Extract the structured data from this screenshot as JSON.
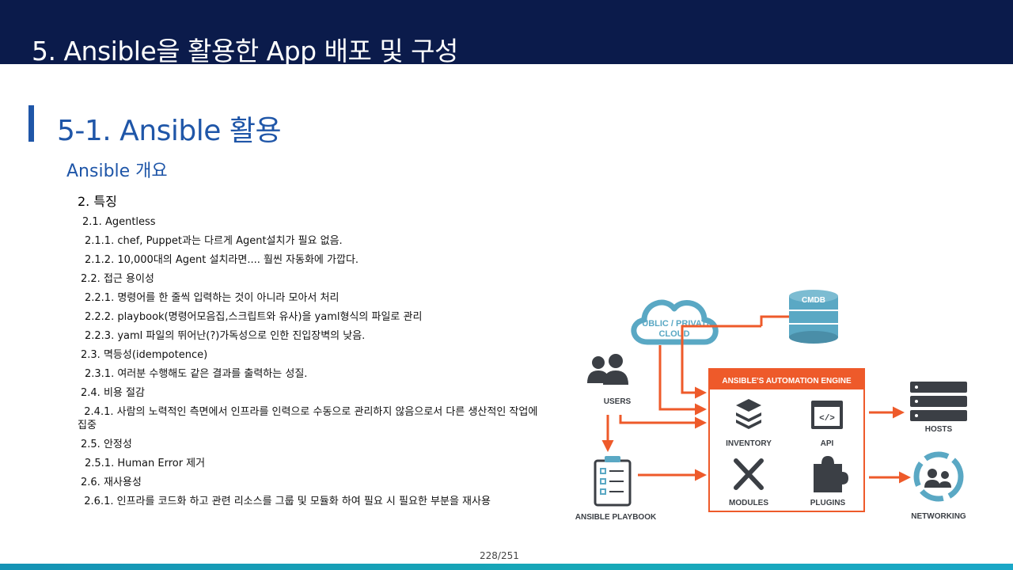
{
  "header": {
    "title": "5. Ansible을 활용한 App 배포 및 구성"
  },
  "section": {
    "title": "5-1. Ansible 활용",
    "subtitle": "Ansible 개요",
    "heading": "2. 특징"
  },
  "content": {
    "lines": [
      {
        "indent": 6,
        "gap": 0,
        "wrap": false,
        "text": "2.1. Agentless"
      },
      {
        "indent": 9,
        "gap": 7,
        "wrap": false,
        "text": "2.1.1. chef, Puppet과는 다르게 Agent설치가 필요 없음."
      },
      {
        "indent": 9,
        "gap": 7,
        "wrap": false,
        "text": "2.1.2. 10,000대의 Agent 설치라면.... 훨씬 자동화에 가깝다."
      },
      {
        "indent": 4,
        "gap": 7,
        "wrap": false,
        "text": "2.2. 접근 용이성"
      },
      {
        "indent": 9,
        "gap": 7,
        "wrap": false,
        "text": "2.2.1. 명령어를 한 줄씩 입력하는 것이 아니라 모아서 처리"
      },
      {
        "indent": 9,
        "gap": 7,
        "wrap": false,
        "text": "2.2.2. playbook(명령어모음집,스크립트와 유사)을 yaml형식의 파일로 관리"
      },
      {
        "indent": 9,
        "gap": 7,
        "wrap": false,
        "text": "2.2.3. yaml 파일의 뛰어난(?)가독성으로 인한 진입장벽의 낮음."
      },
      {
        "indent": 4,
        "gap": 7,
        "wrap": false,
        "text": "2.3. 멱등성(idempotence)"
      },
      {
        "indent": 9,
        "gap": 7,
        "wrap": false,
        "text": "2.3.1. 여러분 수행해도 같은 결과를 출력하는 성질."
      },
      {
        "indent": 4,
        "gap": 7,
        "wrap": false,
        "text": "2.4. 비용 절감"
      },
      {
        "indent": 0,
        "gap": 7,
        "wrap": true,
        "text": "  2.4.1. 사람의 노력적인 측면에서 인프라를 인력으로 수동으로 관리하지 않음으로서 다른 생산적인 작업에 집중"
      },
      {
        "indent": 4,
        "gap": 7,
        "wrap": false,
        "text": "2.5. 안정성"
      },
      {
        "indent": 9,
        "gap": 7,
        "wrap": false,
        "text": "2.5.1. Human Error 제거"
      },
      {
        "indent": 4,
        "gap": 7,
        "wrap": false,
        "text": "2.6. 재사용성"
      },
      {
        "indent": 0,
        "gap": 7,
        "wrap": true,
        "text": "  2.6.1. 인프라를 코드화 하고 관련 리소스를 그룹 및 모듈화 하여 필요 시 필요한 부분을 재사용"
      }
    ]
  },
  "diagram": {
    "cloud_label_1": "PUBLIC / PRIVATE",
    "cloud_label_2": "CLOUD",
    "cmdb_label": "CMDB",
    "engine_title": "ANSIBLE'S AUTOMATION ENGINE",
    "inventory_label": "INVENTORY",
    "api_label": "API",
    "modules_label": "MODULES",
    "plugins_label": "PLUGINS",
    "users_label": "USERS",
    "playbook_label": "ANSIBLE PLAYBOOK",
    "hosts_label": "HOSTS",
    "networking_label": "NETWORKING",
    "colors": {
      "orange": "#ee5a2a",
      "teal": "#5aa8c4",
      "gray": "#3b3f45",
      "navy": "#0b1b4b",
      "accent_blue": "#1f56a8"
    }
  },
  "footer": {
    "page": "228/251"
  }
}
